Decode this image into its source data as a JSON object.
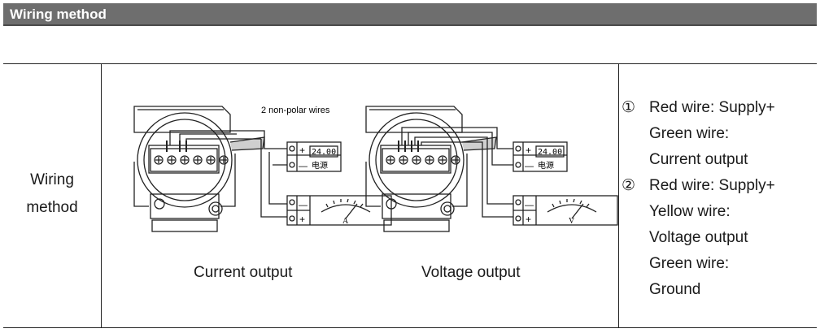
{
  "section": {
    "title": "Wiring method"
  },
  "table": {
    "row_label_line1": "Wiring",
    "row_label_line2": "method",
    "diagram": {
      "wire_note": "2 non-polar wires",
      "meter_display": "24.00",
      "power_label": "电源",
      "ammeter_unit": "A",
      "voltmeter_unit": "V",
      "plus_sign": "+",
      "minus_sign": "—",
      "caption_left": "Current output",
      "caption_right": "Voltage output"
    },
    "notes": [
      {
        "index": "①",
        "lines": [
          "Red wire: Supply+",
          "Green wire:",
          "Current output"
        ]
      },
      {
        "index": "②",
        "lines": [
          "Red wire: Supply+",
          "Yellow wire:",
          "Voltage output",
          "Green wire:",
          "Ground"
        ]
      }
    ]
  },
  "colors": {
    "header_bg": "#6e6e6e",
    "header_text": "#ffffff",
    "line": "#222222"
  }
}
